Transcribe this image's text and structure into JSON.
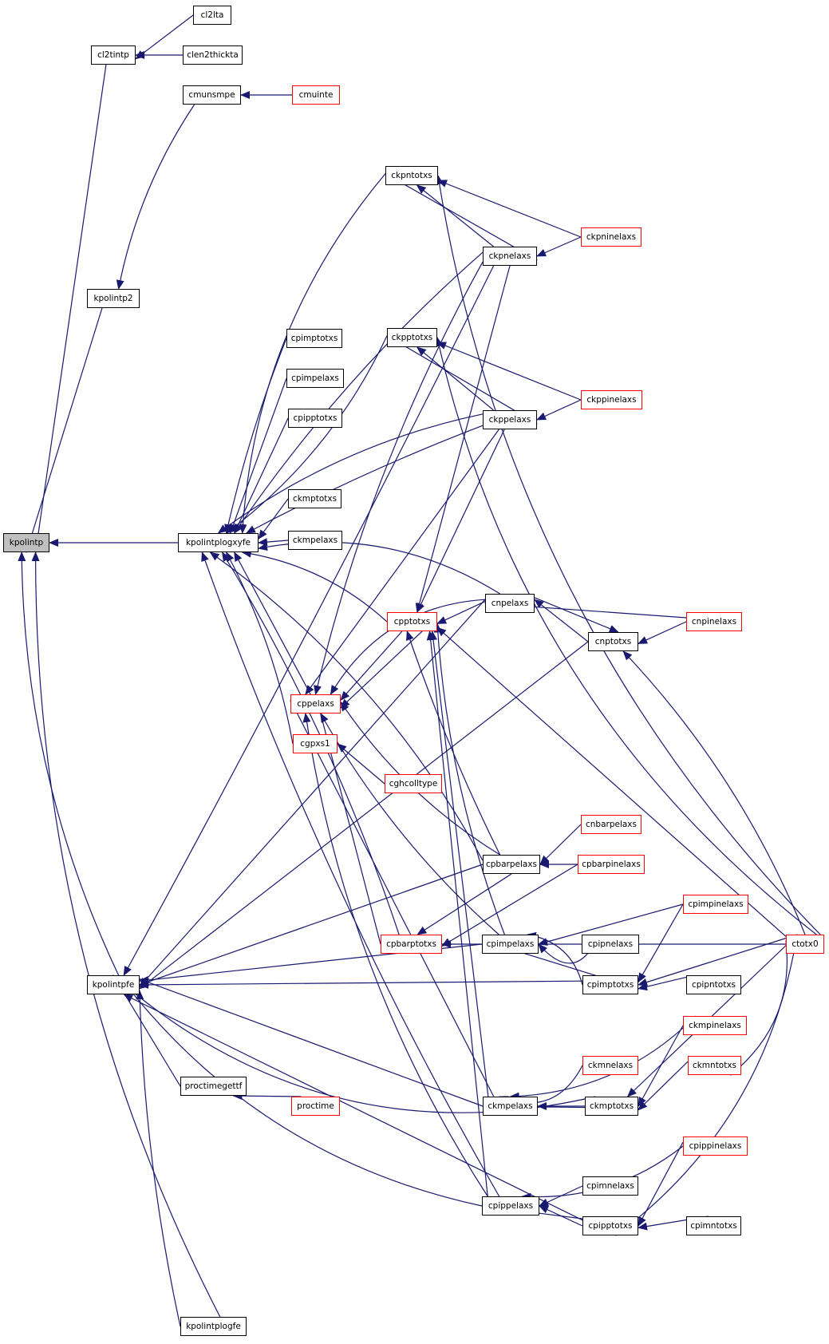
{
  "graph": {
    "colors": {
      "edge": "#191970",
      "black_border": "#000000",
      "red_border": "#ff0000",
      "root_fill": "#bfbfbf"
    },
    "nodes": [
      {
        "id": "kpolintp",
        "label": "kpolintp",
        "border": "black",
        "root": true
      },
      {
        "id": "cl2tintp",
        "label": "cl2tintp",
        "border": "black"
      },
      {
        "id": "cl2lta",
        "label": "cl2lta",
        "border": "black"
      },
      {
        "id": "clen2thickta",
        "label": "clen2thickta",
        "border": "black"
      },
      {
        "id": "cmunsmpe",
        "label": "cmunsmpe",
        "border": "black"
      },
      {
        "id": "cmuinte",
        "label": "cmuinte",
        "border": "red"
      },
      {
        "id": "kpolintp2",
        "label": "kpolintp2",
        "border": "black"
      },
      {
        "id": "ckpntotxs",
        "label": "ckpntotxs",
        "border": "black"
      },
      {
        "id": "ckpnelaxs",
        "label": "ckpnelaxs",
        "border": "black"
      },
      {
        "id": "ckpninelaxs",
        "label": "ckpninelaxs",
        "border": "red"
      },
      {
        "id": "cpimptotxs_a",
        "label": "cpimptotxs",
        "border": "black"
      },
      {
        "id": "cpimpelaxs_a",
        "label": "cpimpelaxs",
        "border": "black"
      },
      {
        "id": "cpipptotxs_a",
        "label": "cpipptotxs",
        "border": "black"
      },
      {
        "id": "ckmptotxs_a",
        "label": "ckmptotxs",
        "border": "black"
      },
      {
        "id": "ckmpelaxs_a",
        "label": "ckmpelaxs",
        "border": "black"
      },
      {
        "id": "ckpptotxs",
        "label": "ckpptotxs",
        "border": "black"
      },
      {
        "id": "ckppelaxs",
        "label": "ckppelaxs",
        "border": "black"
      },
      {
        "id": "ckppinelaxs",
        "label": "ckppinelaxs",
        "border": "red"
      },
      {
        "id": "kpolintplogxyfe",
        "label": "kpolintplogxyfe",
        "border": "black"
      },
      {
        "id": "cnpelaxs",
        "label": "cnpelaxs",
        "border": "black"
      },
      {
        "id": "cpptotxs",
        "label": "cpptotxs",
        "border": "red"
      },
      {
        "id": "cnpinelaxs",
        "label": "cnpinelaxs",
        "border": "red"
      },
      {
        "id": "cnptotxs",
        "label": "cnptotxs",
        "border": "black"
      },
      {
        "id": "cppelaxs",
        "label": "cppelaxs",
        "border": "red"
      },
      {
        "id": "cgpxs1",
        "label": "cgpxs1",
        "border": "red"
      },
      {
        "id": "cghcolltype",
        "label": "cghcolltype",
        "border": "red"
      },
      {
        "id": "cnbarpelaxs",
        "label": "cnbarpelaxs",
        "border": "red"
      },
      {
        "id": "cpbarpelaxs",
        "label": "cpbarpelaxs",
        "border": "black"
      },
      {
        "id": "cpbarpinelaxs",
        "label": "cpbarpinelaxs",
        "border": "red"
      },
      {
        "id": "cpimpinelaxs",
        "label": "cpimpinelaxs",
        "border": "red"
      },
      {
        "id": "cpbarptotxs",
        "label": "cpbarptotxs",
        "border": "red"
      },
      {
        "id": "cpimpelaxs_b",
        "label": "cpimpelaxs",
        "border": "black"
      },
      {
        "id": "cpipnelaxs",
        "label": "cpipnelaxs",
        "border": "black"
      },
      {
        "id": "ctotx0",
        "label": "ctotx0",
        "border": "red"
      },
      {
        "id": "kpolintpfe",
        "label": "kpolintpfe",
        "border": "black"
      },
      {
        "id": "cpimptotxs_b",
        "label": "cpimptotxs",
        "border": "black"
      },
      {
        "id": "cpipntotxs",
        "label": "cpipntotxs",
        "border": "black"
      },
      {
        "id": "ckmpinelaxs",
        "label": "ckmpinelaxs",
        "border": "red"
      },
      {
        "id": "ckmnelaxs",
        "label": "ckmnelaxs",
        "border": "red"
      },
      {
        "id": "ckmntotxs",
        "label": "ckmntotxs",
        "border": "red"
      },
      {
        "id": "proctimegettf",
        "label": "proctimegettf",
        "border": "black"
      },
      {
        "id": "proctime",
        "label": "proctime",
        "border": "red"
      },
      {
        "id": "ckmpelaxs_b",
        "label": "ckmpelaxs",
        "border": "black"
      },
      {
        "id": "ckmptotxs_b",
        "label": "ckmptotxs",
        "border": "black"
      },
      {
        "id": "cpippinelaxs",
        "label": "cpippinelaxs",
        "border": "red"
      },
      {
        "id": "cpimnelaxs",
        "label": "cpimnelaxs",
        "border": "black"
      },
      {
        "id": "cpippelaxs",
        "label": "cpippelaxs",
        "border": "black"
      },
      {
        "id": "cpipptotxs_b",
        "label": "cpipptotxs",
        "border": "black"
      },
      {
        "id": "cpimntotxs",
        "label": "cpimntotxs",
        "border": "black"
      },
      {
        "id": "kpolintplogfe",
        "label": "kpolintplogfe",
        "border": "black"
      }
    ],
    "edges": [
      {
        "from": "cl2tintp",
        "to": "kpolintp"
      },
      {
        "from": "cl2lta",
        "to": "cl2tintp"
      },
      {
        "from": "clen2thickta",
        "to": "cl2tintp"
      },
      {
        "from": "cmuinte",
        "to": "cmunsmpe"
      },
      {
        "from": "cmunsmpe",
        "to": "kpolintp2"
      },
      {
        "from": "kpolintp2",
        "to": "kpolintp"
      },
      {
        "from": "kpolintplogxyfe",
        "to": "kpolintp"
      },
      {
        "from": "kpolintpfe",
        "to": "kpolintp"
      },
      {
        "from": "kpolintplogfe",
        "to": "kpolintp"
      },
      {
        "from": "ckpnelaxs",
        "to": "ckpntotxs"
      },
      {
        "from": "ckpntotxs",
        "to": "ckpnelaxs"
      },
      {
        "from": "ckpninelaxs",
        "to": "ckpntotxs"
      },
      {
        "from": "ckpninelaxs",
        "to": "ckpnelaxs"
      },
      {
        "from": "ctotx0",
        "to": "ckpntotxs"
      },
      {
        "from": "ckppelaxs",
        "to": "ckpptotxs"
      },
      {
        "from": "ckpptotxs",
        "to": "ckppelaxs"
      },
      {
        "from": "ckppinelaxs",
        "to": "ckpptotxs"
      },
      {
        "from": "ckppinelaxs",
        "to": "ckppelaxs"
      },
      {
        "from": "ctotx0",
        "to": "ckpptotxs"
      },
      {
        "from": "ckpntotxs",
        "to": "kpolintplogxyfe"
      },
      {
        "from": "ckpnelaxs",
        "to": "kpolintplogxyfe"
      },
      {
        "from": "ckpptotxs",
        "to": "kpolintplogxyfe"
      },
      {
        "from": "ckppelaxs",
        "to": "kpolintplogxyfe"
      },
      {
        "from": "ckppelaxs",
        "to": "kpolintplogxyfe"
      },
      {
        "from": "cpimptotxs_a",
        "to": "kpolintplogxyfe"
      },
      {
        "from": "cpimpelaxs_a",
        "to": "kpolintplogxyfe"
      },
      {
        "from": "cpipptotxs_a",
        "to": "kpolintplogxyfe"
      },
      {
        "from": "ckmptotxs_a",
        "to": "kpolintplogxyfe"
      },
      {
        "from": "ckmpelaxs_a",
        "to": "kpolintplogxyfe"
      },
      {
        "from": "cnpelaxs",
        "to": "kpolintplogxyfe"
      },
      {
        "from": "cpptotxs",
        "to": "kpolintplogxyfe"
      },
      {
        "from": "cppelaxs",
        "to": "kpolintplogxyfe"
      },
      {
        "from": "cgpxs1",
        "to": "kpolintplogxyfe"
      },
      {
        "from": "cpbarpelaxs",
        "to": "kpolintplogxyfe"
      },
      {
        "from": "cpbarptotxs",
        "to": "kpolintplogxyfe"
      },
      {
        "from": "cpippelaxs",
        "to": "kpolintplogxyfe"
      },
      {
        "from": "ckpnelaxs",
        "to": "cppelaxs"
      },
      {
        "from": "ckpnelaxs",
        "to": "cpptotxs"
      },
      {
        "from": "ckppelaxs",
        "to": "cpptotxs"
      },
      {
        "from": "ckppelaxs",
        "to": "cppelaxs"
      },
      {
        "from": "cnpelaxs",
        "to": "cpptotxs"
      },
      {
        "from": "cnpelaxs",
        "to": "cppelaxs"
      },
      {
        "from": "cnpinelaxs",
        "to": "cnpelaxs"
      },
      {
        "from": "cnpinelaxs",
        "to": "cnptotxs"
      },
      {
        "from": "cnptotxs",
        "to": "cnpelaxs"
      },
      {
        "from": "cnpelaxs",
        "to": "cnptotxs"
      },
      {
        "from": "ctotx0",
        "to": "cnptotxs"
      },
      {
        "from": "ctotx0",
        "to": "cpptotxs"
      },
      {
        "from": "cpptotxs",
        "to": "cppelaxs"
      },
      {
        "from": "cpptotxs",
        "to": "cppelaxs"
      },
      {
        "from": "cghcolltype",
        "to": "cgpxs1"
      },
      {
        "from": "cpbarpelaxs",
        "to": "cpptotxs"
      },
      {
        "from": "cpbarpelaxs",
        "to": "cppelaxs"
      },
      {
        "from": "cnbarpelaxs",
        "to": "cpbarpelaxs"
      },
      {
        "from": "cpbarpinelaxs",
        "to": "cpbarpelaxs"
      },
      {
        "from": "cpbarpinelaxs",
        "to": "cpbarptotxs"
      },
      {
        "from": "cpbarpelaxs",
        "to": "cpbarptotxs"
      },
      {
        "from": "cpbarptotxs",
        "to": "cppelaxs"
      },
      {
        "from": "cpimpelaxs_b",
        "to": "cpptotxs"
      },
      {
        "from": "cpimpelaxs_b",
        "to": "cppelaxs"
      },
      {
        "from": "cpipnelaxs",
        "to": "cpimpelaxs_b"
      },
      {
        "from": "cpimpinelaxs",
        "to": "cpimpelaxs_b"
      },
      {
        "from": "cpimpinelaxs",
        "to": "cpimptotxs_b"
      },
      {
        "from": "cpimptotxs_b",
        "to": "cpimpelaxs_b"
      },
      {
        "from": "cpimpelaxs_b",
        "to": "cpimptotxs_b"
      },
      {
        "from": "ctotx0",
        "to": "cpimptotxs_b"
      },
      {
        "from": "cpipntotxs",
        "to": "cpimptotxs_b"
      },
      {
        "from": "cpbarpelaxs",
        "to": "kpolintpfe"
      },
      {
        "from": "cpimpelaxs_b",
        "to": "kpolintpfe"
      },
      {
        "from": "cpimptotxs_b",
        "to": "kpolintpfe"
      },
      {
        "from": "cnpelaxs",
        "to": "kpolintpfe"
      },
      {
        "from": "cnptotxs",
        "to": "kpolintpfe"
      },
      {
        "from": "ckpnelaxs",
        "to": "kpolintpfe"
      },
      {
        "from": "proctimegettf",
        "to": "kpolintpfe"
      },
      {
        "from": "ckmpelaxs_b",
        "to": "kpolintpfe"
      },
      {
        "from": "ckmptotxs_b",
        "to": "kpolintpfe"
      },
      {
        "from": "cpippelaxs",
        "to": "kpolintpfe"
      },
      {
        "from": "cpipptotxs_b",
        "to": "kpolintpfe"
      },
      {
        "from": "kpolintplogfe",
        "to": "kpolintpfe"
      },
      {
        "from": "proctime",
        "to": "proctimegettf"
      },
      {
        "from": "ckmpelaxs_b",
        "to": "cpptotxs"
      },
      {
        "from": "ckmpelaxs_b",
        "to": "cppelaxs"
      },
      {
        "from": "ckmnelaxs",
        "to": "ckmpelaxs_b"
      },
      {
        "from": "ckmpinelaxs",
        "to": "ckmpelaxs_b"
      },
      {
        "from": "ckmpinelaxs",
        "to": "ckmptotxs_b"
      },
      {
        "from": "ckmptotxs_b",
        "to": "ckmpelaxs_b"
      },
      {
        "from": "ckmpelaxs_b",
        "to": "ckmptotxs_b"
      },
      {
        "from": "ckmntotxs",
        "to": "ckmptotxs_b"
      },
      {
        "from": "ctotx0",
        "to": "ckmptotxs_b"
      },
      {
        "from": "ctotx0",
        "to": "ckmntotxs"
      },
      {
        "from": "cpippelaxs",
        "to": "cpptotxs"
      },
      {
        "from": "cpippelaxs",
        "to": "cppelaxs"
      },
      {
        "from": "cpimnelaxs",
        "to": "cpippelaxs"
      },
      {
        "from": "cpippinelaxs",
        "to": "cpippelaxs"
      },
      {
        "from": "cpippinelaxs",
        "to": "cpipptotxs_b"
      },
      {
        "from": "cpipptotxs_b",
        "to": "cpippelaxs"
      },
      {
        "from": "cpippelaxs",
        "to": "cpipptotxs_b"
      },
      {
        "from": "cpimntotxs",
        "to": "cpipptotxs_b"
      },
      {
        "from": "ctotx0",
        "to": "cpipptotxs_b"
      },
      {
        "from": "ctotx0",
        "to": "cpbarptotxs"
      }
    ]
  }
}
